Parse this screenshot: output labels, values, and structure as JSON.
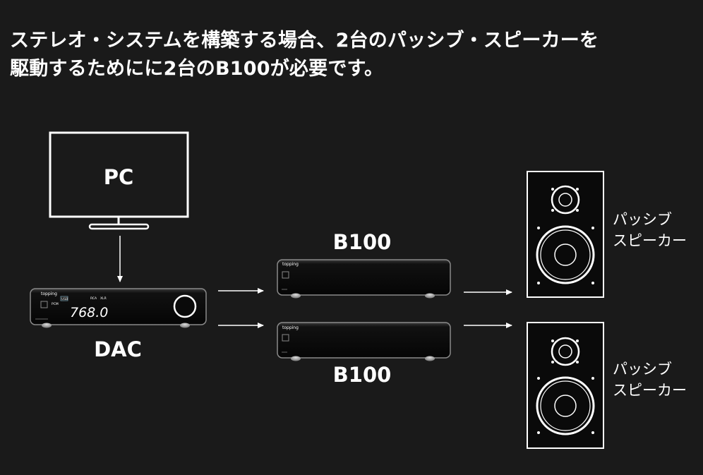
{
  "heading": {
    "line1": "ステレオ・システムを構築する場合、2台のパッシブ・スピーカーを",
    "line2": "駆動するためにに2台のB100が必要です。"
  },
  "devices": {
    "pc": {
      "label": "PC"
    },
    "dac": {
      "label": "DAC",
      "brand": "topping",
      "display_value": "768.0",
      "display_tags": [
        "USB",
        "PCM",
        "RCA",
        "XLR"
      ]
    },
    "amp_top": {
      "label": "B100",
      "brand": "topping"
    },
    "amp_bottom": {
      "label": "B100",
      "brand": "topping"
    },
    "speaker_top": {
      "label_line1": "パッシブ",
      "label_line2": "スピーカー"
    },
    "speaker_bottom": {
      "label_line1": "パッシブ",
      "label_line2": "スピーカー"
    }
  }
}
